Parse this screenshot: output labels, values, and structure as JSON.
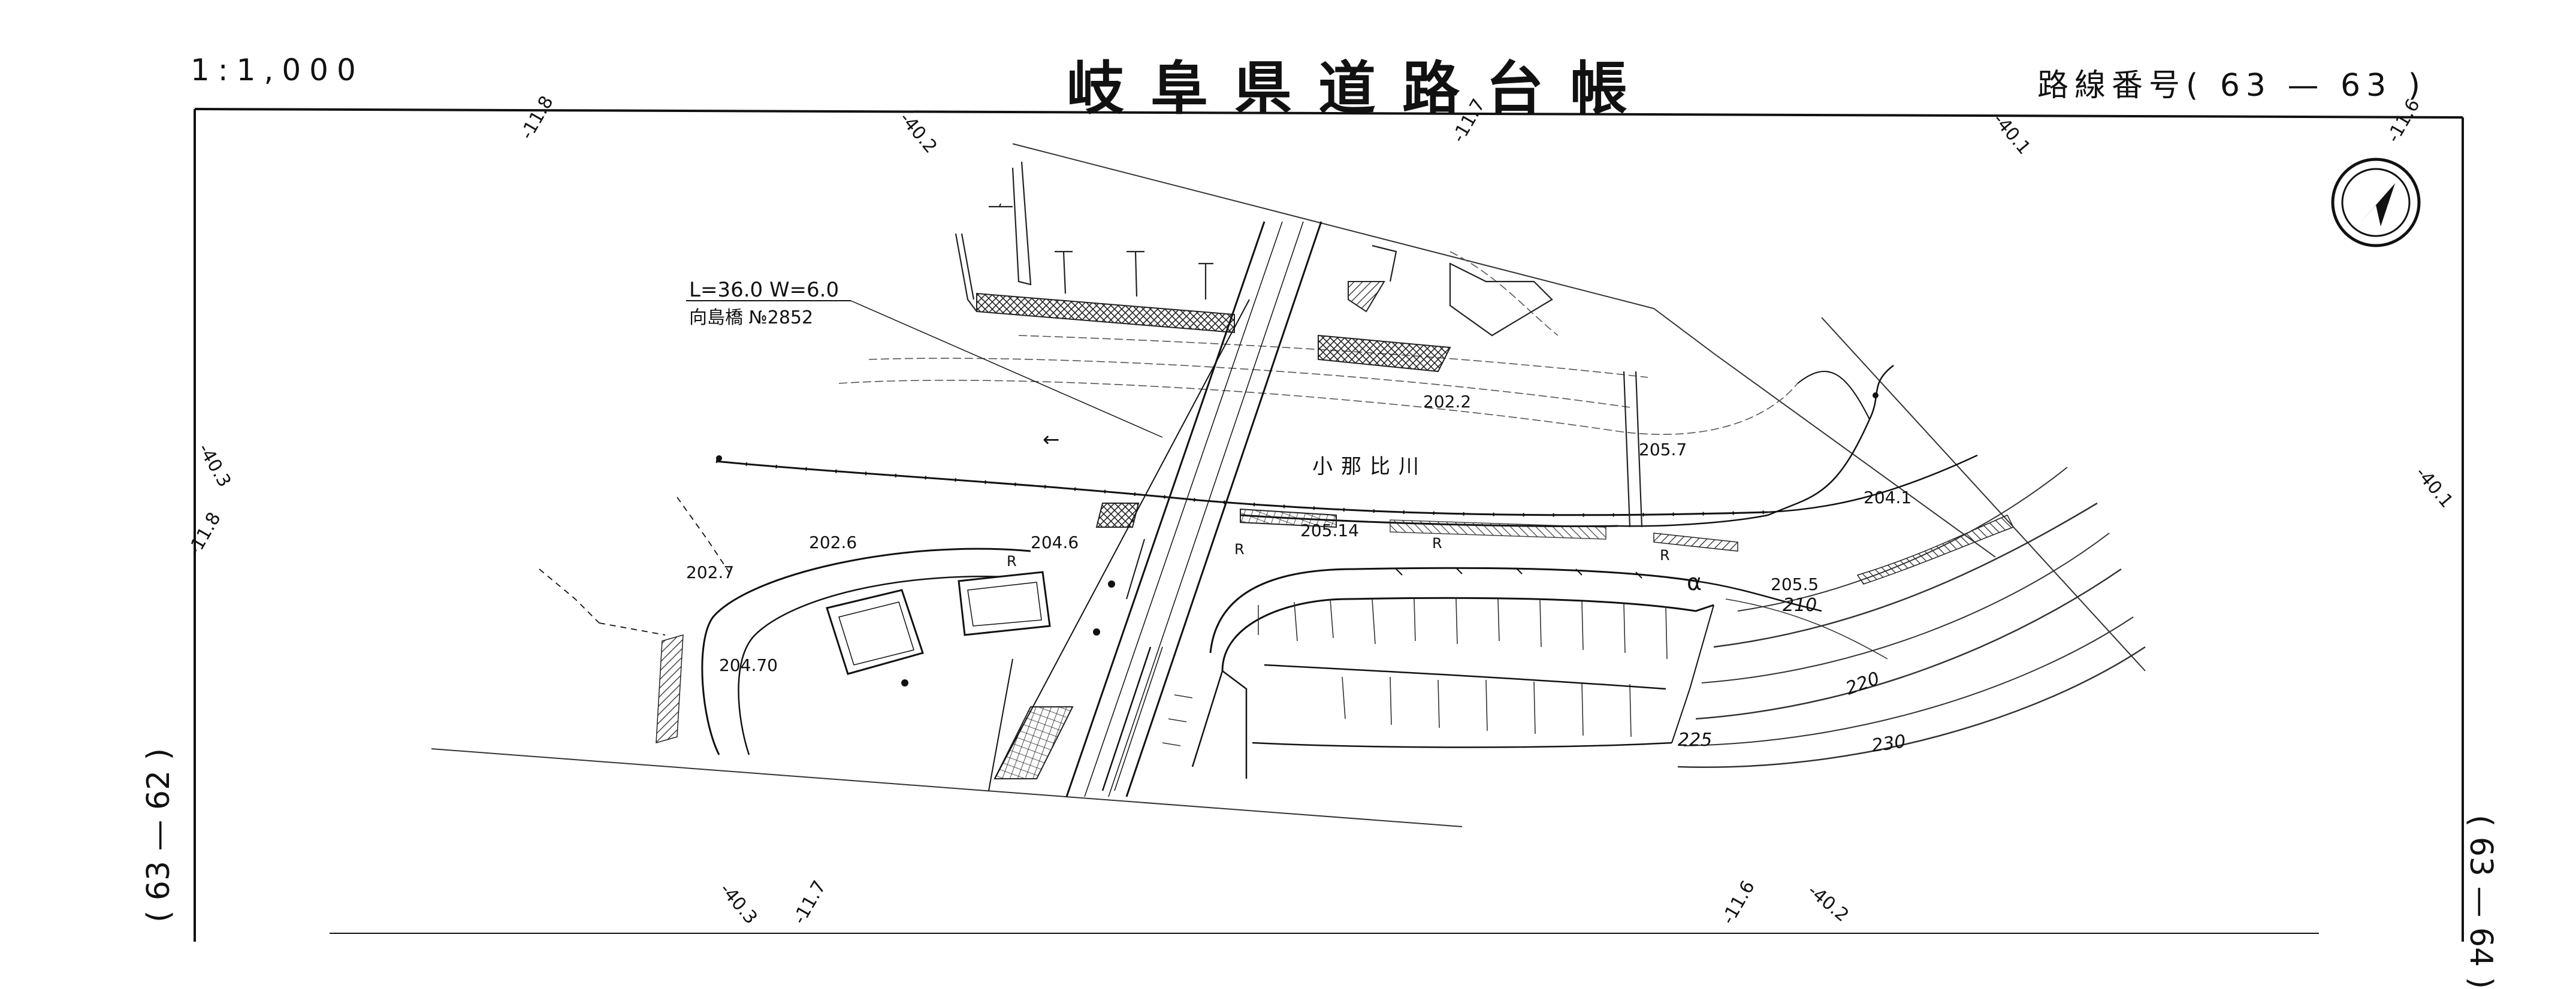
{
  "header": {
    "scale": "1:1,000",
    "title": "岐阜県道路台帳",
    "route_number": "路線番号( 63 — 63 )"
  },
  "side_labels": {
    "left": "( 63 — 62 )",
    "right": "( 63 — 64 )"
  },
  "bridge": {
    "dimensions": "L=36.0 W=6.0",
    "name": "向島橋 №2852"
  },
  "river": {
    "name": "小那比川",
    "flow_arrow": "←"
  },
  "spot_heights": [
    "202.2",
    "205.7",
    "204.1",
    "202.6",
    "204.6",
    "202.7",
    "205.14",
    "205.5",
    "204.70"
  ],
  "contours": [
    "210",
    "220",
    "225",
    "230"
  ],
  "grid_labels": {
    "top": [
      "-11.8",
      "-40.2",
      "-11.7",
      "-40.1",
      "-11.6"
    ],
    "left": [
      "-40.3",
      "-11.8"
    ],
    "right": "-40.1",
    "bottom": [
      "-40.3",
      "-11.7",
      "-11.6",
      "-40.2"
    ]
  },
  "road_marks": {
    "radius": "R",
    "alpha": "α"
  },
  "icons": {
    "north_arrow": "north-arrow-icon"
  },
  "colors": {
    "line": "#1a1a1a",
    "paper": "#ffffff"
  }
}
